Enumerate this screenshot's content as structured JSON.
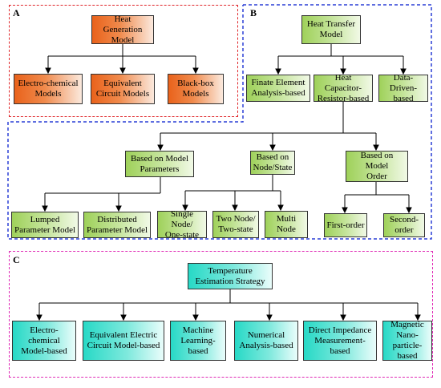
{
  "panel_a": {
    "tag": "A",
    "root": "Heat Generation\nModel",
    "children": [
      "Electro-chemical\nModels",
      "Equivalent\nCircuit Models",
      "Black-box\nModels"
    ]
  },
  "panel_b": {
    "tag": "B",
    "root": "Heat Transfer\nModel",
    "children": [
      "Finate Element\nAnalysis-based",
      "Heat Capacitor-\nResistor-based",
      "Data-Driven-\nbased"
    ],
    "groups": [
      {
        "label": "Based on Model\nParameters",
        "leaves": [
          "Lumped\nParameter Model",
          "Distributed\nParameter Model"
        ]
      },
      {
        "label": "Based on\nNode/State",
        "leaves": [
          "Single Node/\nOne-state",
          "Two Node/\nTwo-state",
          "Multi Node"
        ]
      },
      {
        "label": "Based on Model\nOrder",
        "leaves": [
          "First-order",
          "Second-\norder"
        ]
      }
    ]
  },
  "panel_c": {
    "tag": "C",
    "root": "Temperature\nEstimation Strategy",
    "children": [
      "Electro-chemical\nModel-based",
      "Equivalent Electric\nCircuit Model-based",
      "Machine\nLearning-based",
      "Numerical\nAnalysis-based",
      "Direct Impedance\nMeasurement-\nbased",
      "Magnetic\nNano-particle-\nbased"
    ]
  },
  "colors": {
    "panel_a_border": "#e0262a",
    "panel_b_border": "#2a3fd6",
    "panel_c_border": "#e02ab5",
    "orange": "#e9621b",
    "green": "#9fd15a",
    "cyan": "#27d9c6"
  }
}
